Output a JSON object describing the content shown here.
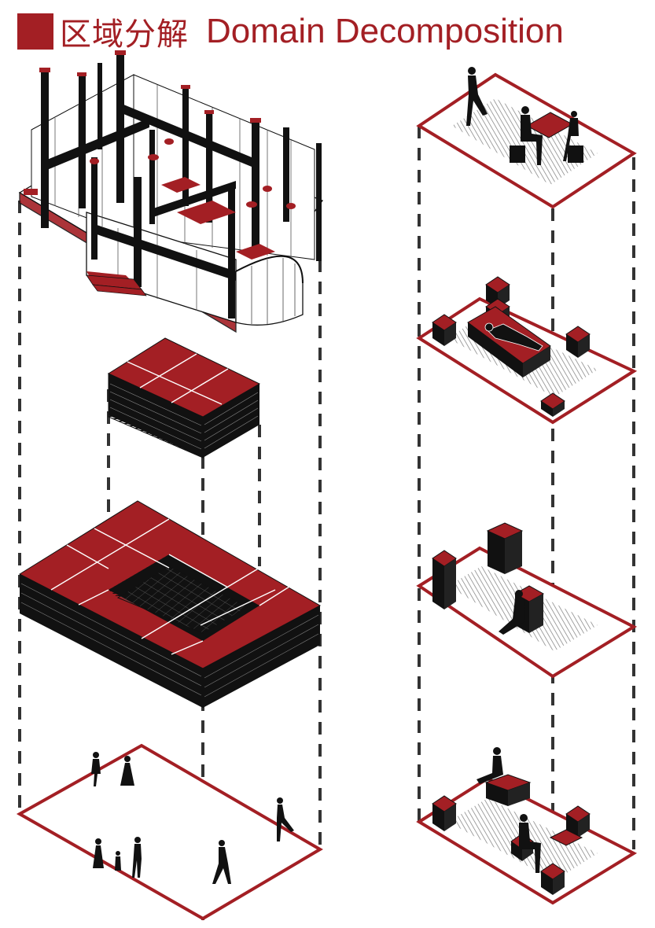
{
  "header": {
    "title_zh": "区域分解",
    "title_en": "Domain Decomposition"
  },
  "colors": {
    "accent_red": "#a31f24",
    "ink": "#111111",
    "hatch": "#2a2a2a",
    "grid": "#cfcfcf"
  },
  "figures": [
    {
      "name": "building-axonometric",
      "kind": "building"
    },
    {
      "name": "stacked-block-small",
      "kind": "solid-block",
      "grid": "2x3"
    },
    {
      "name": "ring-block-large",
      "kind": "ring-block",
      "grid": "4x4"
    },
    {
      "name": "open-plane-people",
      "kind": "outline-plane"
    },
    {
      "name": "vignette-dining",
      "kind": "vignette"
    },
    {
      "name": "vignette-lounging",
      "kind": "vignette"
    },
    {
      "name": "vignette-seating",
      "kind": "vignette"
    },
    {
      "name": "vignette-mixed",
      "kind": "vignette"
    }
  ]
}
